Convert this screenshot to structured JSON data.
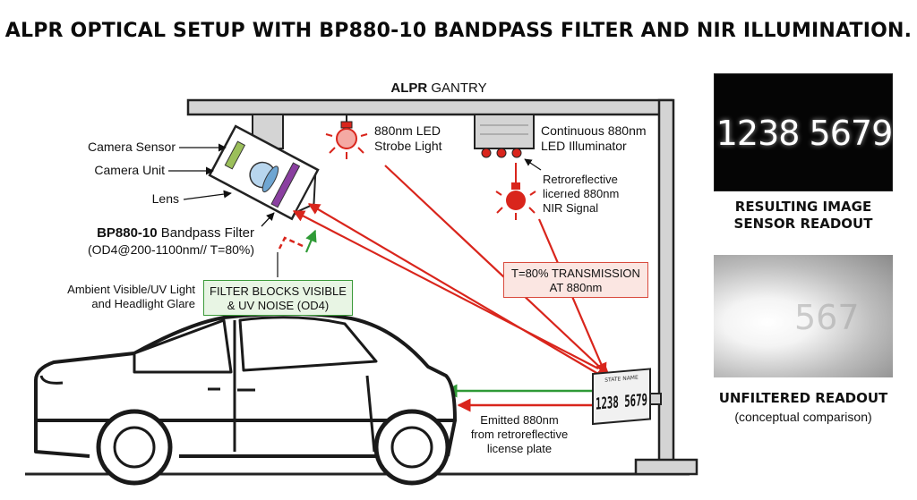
{
  "title": "ALPR OPTICAL SETUP WITH BP880-10 BANDPASS FILTER AND NIR ILLUMINATION.",
  "gantry": {
    "label_bold": "ALPR",
    "label_rest": " GANTRY"
  },
  "camera": {
    "sensor_label": "Camera Sensor",
    "unit_label": "Camera Unit",
    "lens_label": "Lens",
    "filter_label_bold": "BP880-10",
    "filter_label_rest": " Bandpass Filter",
    "filter_spec": "(OD4@200-1100nm// T=80%)"
  },
  "strobe": {
    "line1": "880nm LED",
    "line2": "Strobe Light"
  },
  "illuminator": {
    "line1": "Continuous 880nm",
    "line2": "LED Illuminator"
  },
  "signal": {
    "line1": "Retroreflective",
    "line2": "licerıed 880nm",
    "line3": "NIR Signal"
  },
  "ambient": {
    "line1": "Ambient Visible/UV Light",
    "line2": "and Headlight Glare"
  },
  "filter_box": {
    "line1": "FILTER BLOCKS VISIBLE",
    "line2": "& UV NOISE (OD4)"
  },
  "transmission_box": {
    "line1": "T=80% TRANSMISSION",
    "line2": "AT 880nm"
  },
  "plate": {
    "number": "1238 5679",
    "header": "STATE NAME"
  },
  "emitted": {
    "line1": "Emitted 880nm",
    "line2": "from retroreflective",
    "line3": "license plate"
  },
  "result_panel": {
    "number": "1238 5679",
    "title_line1": "RESULTING IMAGE",
    "title_line2": "SENSOR READOUT"
  },
  "unfiltered_panel": {
    "faint_text": "567",
    "title": "UNFILTERED READOUT",
    "subtitle": "(conceptual comparison)"
  },
  "colors": {
    "red": "#d9251c",
    "green": "#2f9a36",
    "gantry_fill": "#d4d4d4",
    "gantry_stroke": "#222222"
  }
}
